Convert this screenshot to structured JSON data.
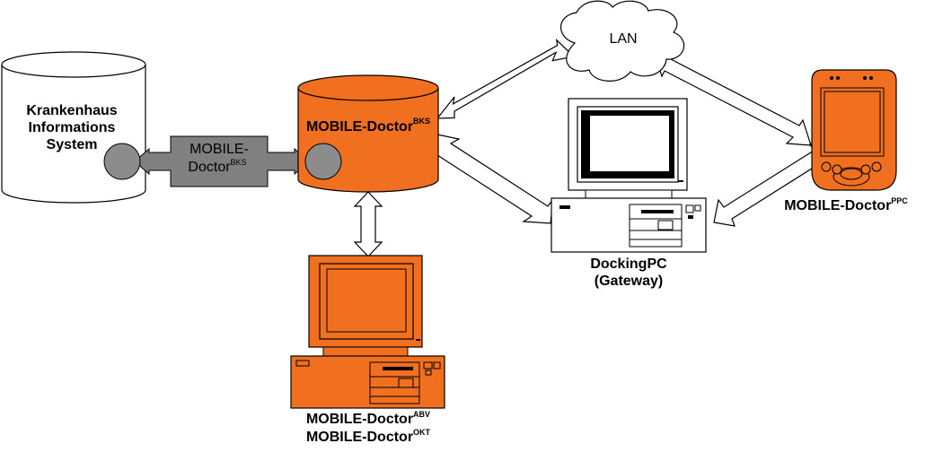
{
  "kis": {
    "line1": "Krankenhaus",
    "line2": "Informations",
    "line3": "System"
  },
  "bks_connector": {
    "line1": "MOBILE-",
    "line2_base": "Doctor",
    "line2_sup": "BKS"
  },
  "server": {
    "base": "MOBILE-Doctor",
    "sup": "BKS"
  },
  "lan": {
    "label": "LAN"
  },
  "docking_pc": {
    "line1": "DockingPC",
    "line2": "(Gateway)"
  },
  "pda": {
    "base": "MOBILE-Doctor",
    "sup": "PPC"
  },
  "workstation": {
    "line1_base": "MOBILE-Doctor",
    "line1_sup": "ABV",
    "line2_base": "MOBILE-Doctor",
    "line2_sup": "OKT"
  },
  "colors": {
    "orange": "#f07020",
    "gray": "#808080",
    "circle_gray": "#8c8c8c",
    "outline": "#000000",
    "white": "#ffffff"
  }
}
